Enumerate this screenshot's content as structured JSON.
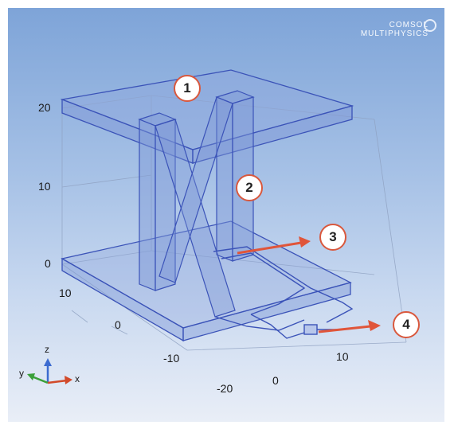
{
  "app": {
    "logo_line1": "COMSOL",
    "logo_line2": "MULTIPHYSICS"
  },
  "axis_ticks": {
    "z": [
      "20",
      "10",
      "0"
    ],
    "y": [
      "10",
      "0",
      "-10",
      "-20"
    ],
    "x": [
      "0",
      "10"
    ]
  },
  "callouts": [
    "1",
    "2",
    "3",
    "4"
  ],
  "triad": {
    "z": "z",
    "y": "y",
    "x": "x"
  },
  "colors": {
    "geometry_edge": "#3b53b8",
    "geometry_fill": "#7f98d8",
    "callout_border": "#d9583d",
    "arrow": "#e0553a",
    "triad_z": "#3c6bd0",
    "triad_y": "#3aa03a",
    "triad_x": "#d24a2a"
  }
}
